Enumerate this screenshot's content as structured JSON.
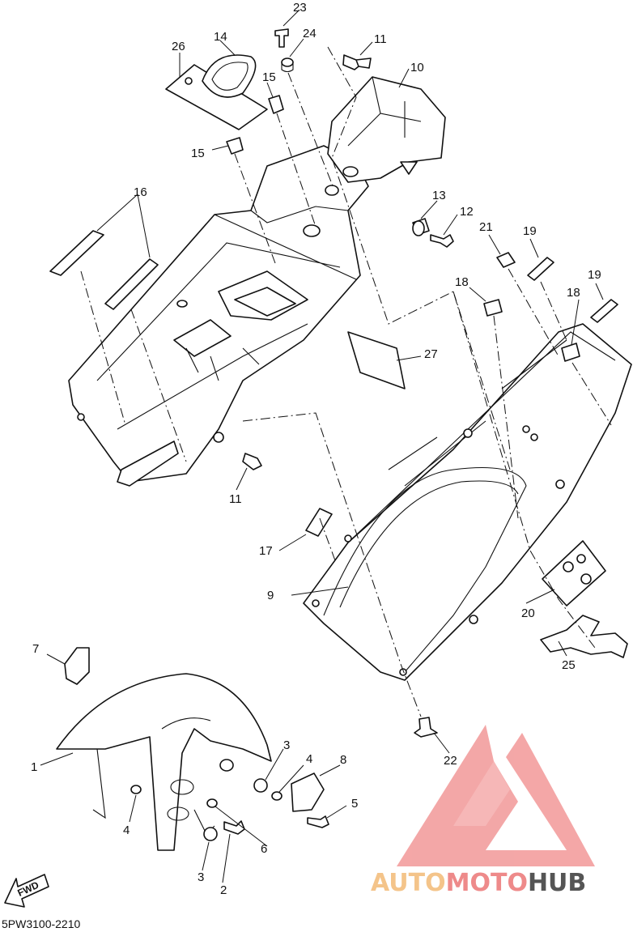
{
  "diagram": {
    "drawing_code": "5PW3100-2210",
    "fwd_label": "FWD",
    "callouts": {
      "c1": "1",
      "c2": "2",
      "c3a": "3",
      "c3b": "3",
      "c4a": "4",
      "c4b": "4",
      "c5": "5",
      "c6": "6",
      "c7": "7",
      "c8": "8",
      "c9": "9",
      "c10": "10",
      "c11a": "11",
      "c11b": "11",
      "c12": "12",
      "c13": "13",
      "c14": "14",
      "c15a": "15",
      "c15b": "15",
      "c16": "16",
      "c17": "17",
      "c18a": "18",
      "c18b": "18",
      "c19a": "19",
      "c19b": "19",
      "c20": "20",
      "c21": "21",
      "c22": "22",
      "c23": "23",
      "c24": "24",
      "c25": "25",
      "c26": "26",
      "c27": "27"
    }
  },
  "watermark": {
    "brand_part1": "AUTO",
    "brand_part2": "MOTO",
    "brand_part3": "HUB",
    "colors": {
      "triangle": "#f08a8a",
      "auto": "#f4c48a",
      "moto": "#ee8a8a",
      "hub": "#555555"
    }
  }
}
